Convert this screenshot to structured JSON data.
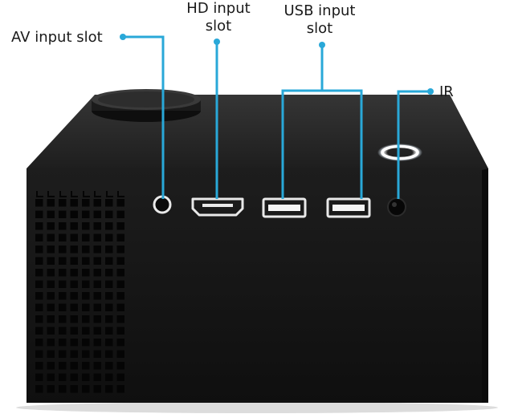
{
  "colors": {
    "callout": "#29a8d8",
    "body": "#161616",
    "top": "#2a2a2a",
    "port": "#e9e9e9",
    "led": "#ffffff"
  },
  "labels": {
    "av": "AV input slot",
    "hd_line1": "HD input",
    "hd_line2": "slot",
    "usb_line1": "USB input",
    "usb_line2": "slot",
    "ir": "IR"
  },
  "icons": [
    "av-jack-icon",
    "hdmi-port-icon",
    "usb-port-icon",
    "ir-receiver-icon",
    "vent-grille-icon",
    "focus-knob-icon",
    "power-led-ring-icon"
  ]
}
